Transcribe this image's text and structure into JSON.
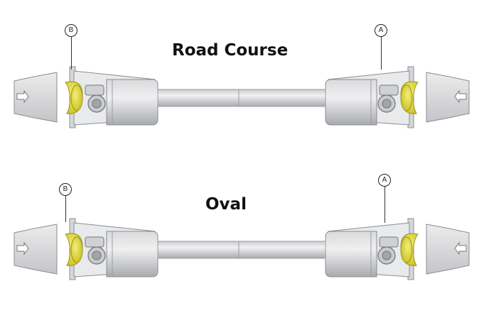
{
  "road_course": {
    "title": "Road Course",
    "left_callout": "B",
    "right_callout": "A"
  },
  "oval": {
    "title": "Oval",
    "left_callout": "B",
    "right_callout": "A"
  },
  "colors": {
    "housing": "#e4e5e7",
    "housing_dark": "#b9bbbe",
    "outline": "#8a8c90",
    "bushing": "#e8df3a",
    "shaft": "#dcdde0"
  }
}
